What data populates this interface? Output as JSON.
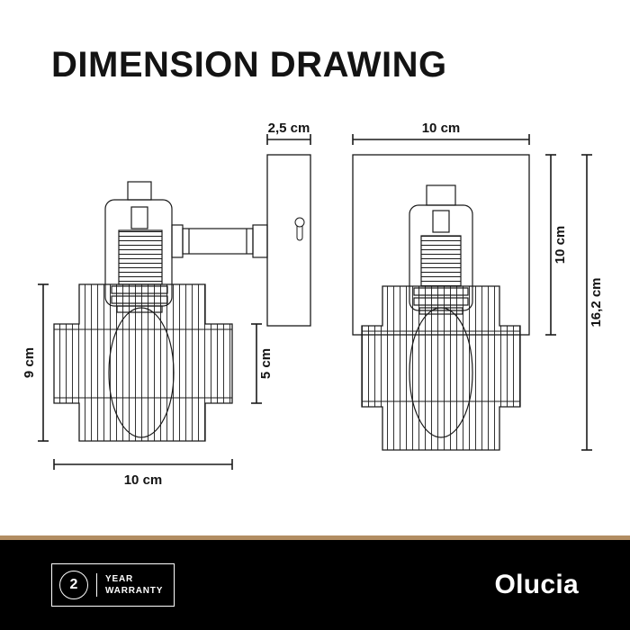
{
  "page": {
    "title": "DIMENSION DRAWING"
  },
  "side_view": {
    "depth_label": "2,5 cm",
    "shade_height_label": "9 cm",
    "band_height_label": "5 cm",
    "width_label": "10 cm"
  },
  "front_view": {
    "width_label": "10 cm",
    "plate_height_label": "10 cm",
    "total_height_label": "16,2 cm"
  },
  "footer": {
    "warranty_years": "2",
    "warranty_text_line1": "YEAR",
    "warranty_text_line2": "WARRANTY",
    "brand": "Olucia"
  },
  "colors": {
    "line": "#1a1a1a",
    "accent_tan": "#b28d62",
    "footer_bg": "#000000",
    "text_on_dark": "#ffffff"
  }
}
